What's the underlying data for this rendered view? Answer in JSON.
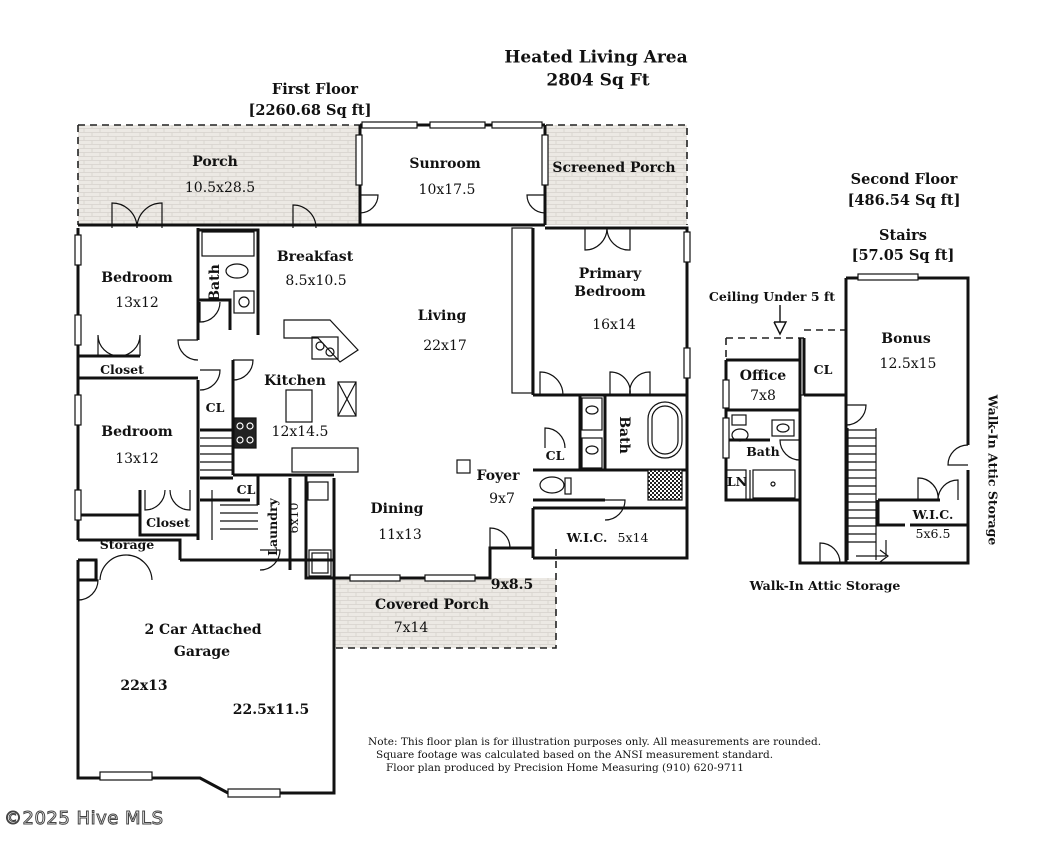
{
  "header": {
    "heated_title": "Heated Living Area",
    "heated_area": "2804 Sq Ft",
    "first_floor_title": "First Floor",
    "first_floor_area": "[2260.68 Sq ft]",
    "second_floor_title": "Second Floor",
    "second_floor_area": "[486.54 Sq ft]",
    "stairs_title": "Stairs",
    "stairs_area": "[57.05 Sq ft]"
  },
  "rooms": {
    "porch": {
      "name": "Porch",
      "dim": "10.5x28.5"
    },
    "sunroom": {
      "name": "Sunroom",
      "dim": "10x17.5"
    },
    "screened_porch": {
      "name": "Screened Porch"
    },
    "breakfast": {
      "name": "Breakfast",
      "dim": "8.5x10.5"
    },
    "bedroom1": {
      "name": "Bedroom",
      "dim": "13x12"
    },
    "bath1": {
      "name": "Bath"
    },
    "closet1": {
      "name": "Closet"
    },
    "living": {
      "name": "Living",
      "dim": "22x17"
    },
    "kitchen": {
      "name": "Kitchen",
      "dim": "12x14.5"
    },
    "primary_bedroom": {
      "name_line1": "Primary",
      "name_line2": "Bedroom",
      "dim": "16x14"
    },
    "cl1": {
      "name": "CL"
    },
    "bedroom2": {
      "name": "Bedroom",
      "dim": "13x12"
    },
    "cl2": {
      "name": "CL"
    },
    "primary_bath": {
      "name": "Bath"
    },
    "cl3": {
      "name": "CL"
    },
    "foyer": {
      "name": "Foyer",
      "dim": "9x7"
    },
    "closet2": {
      "name": "Closet"
    },
    "laundry": {
      "name": "Laundry",
      "dim": "6x10"
    },
    "dining": {
      "name": "Dining",
      "dim": "11x13"
    },
    "wic1": {
      "name": "W.I.C.",
      "dim": "5x14"
    },
    "storage": {
      "name": "Storage"
    },
    "covered_porch": {
      "name": "Covered Porch",
      "dim": "7x14",
      "dim2": "9x8.5"
    },
    "garage": {
      "name_line1": "2 Car Attached",
      "name_line2": "Garage",
      "dim": "22x13",
      "dim2": "22.5x11.5"
    },
    "ceiling_note": {
      "text": "Ceiling Under 5 ft"
    },
    "office": {
      "name": "Office",
      "dim": "7x8"
    },
    "cl4": {
      "name": "CL"
    },
    "bonus": {
      "name": "Bonus",
      "dim": "12.5x15"
    },
    "bath2": {
      "name": "Bath"
    },
    "ln": {
      "name": "LN"
    },
    "wic2": {
      "name": "W.I.C.",
      "dim": "5x6.5"
    },
    "attic_storage_bottom": {
      "name": "Walk-In Attic Storage"
    },
    "attic_storage_side": {
      "name": "Walk-In Attic Storage"
    }
  },
  "footer": {
    "note_line1": "Note: This floor plan is for illustration purposes only. All measurements are rounded.",
    "note_line2": "Square footage was calculated based on the ANSI measurement standard.",
    "note_line3": "Floor plan produced by Precision Home Measuring (910) 620-9711",
    "watermark": "©2025 Hive MLS"
  },
  "colors": {
    "wall": "#111111",
    "porch_fill": "#ece9e4",
    "brick_line": "#d6d2cc"
  }
}
